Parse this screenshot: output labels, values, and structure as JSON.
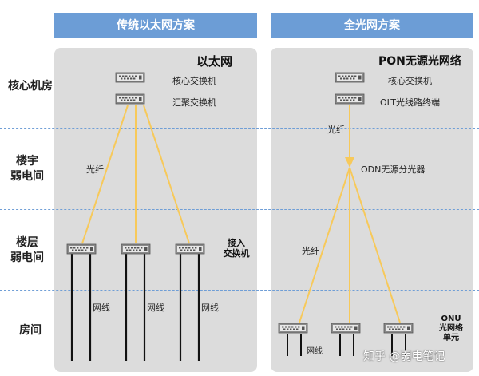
{
  "headers": {
    "ethernet": "传统以太网方案",
    "optical": "全光网方案"
  },
  "row_labels": {
    "core_room": "核心机房",
    "building_l1": "楼宇",
    "building_l2": "弱电间",
    "floor_l1": "楼层",
    "floor_l2": "弱电间",
    "room": "房间"
  },
  "ethernet": {
    "title": "以太网",
    "core_switch": "核心交换机",
    "agg_switch": "汇聚交换机",
    "fiber": "光纤",
    "access_l1": "接入",
    "access_l2": "交换机",
    "cable": "网线"
  },
  "optical": {
    "title": "PON无源光网络",
    "core_switch": "核心交换机",
    "olt": "OLT光线路终端",
    "fiber_top": "光纤",
    "odn": "ODN无源分光器",
    "fiber_bottom": "光纤",
    "onu_l1": "ONU",
    "onu_l2": "光网络",
    "onu_l3": "单元",
    "cable": "网线"
  },
  "watermark": "知乎 @弱电笔记",
  "colors": {
    "header": "#6c9dd6",
    "panel": "#dcdcdc",
    "fiber": "#f7c95a",
    "divider": "#6f9ed6"
  }
}
